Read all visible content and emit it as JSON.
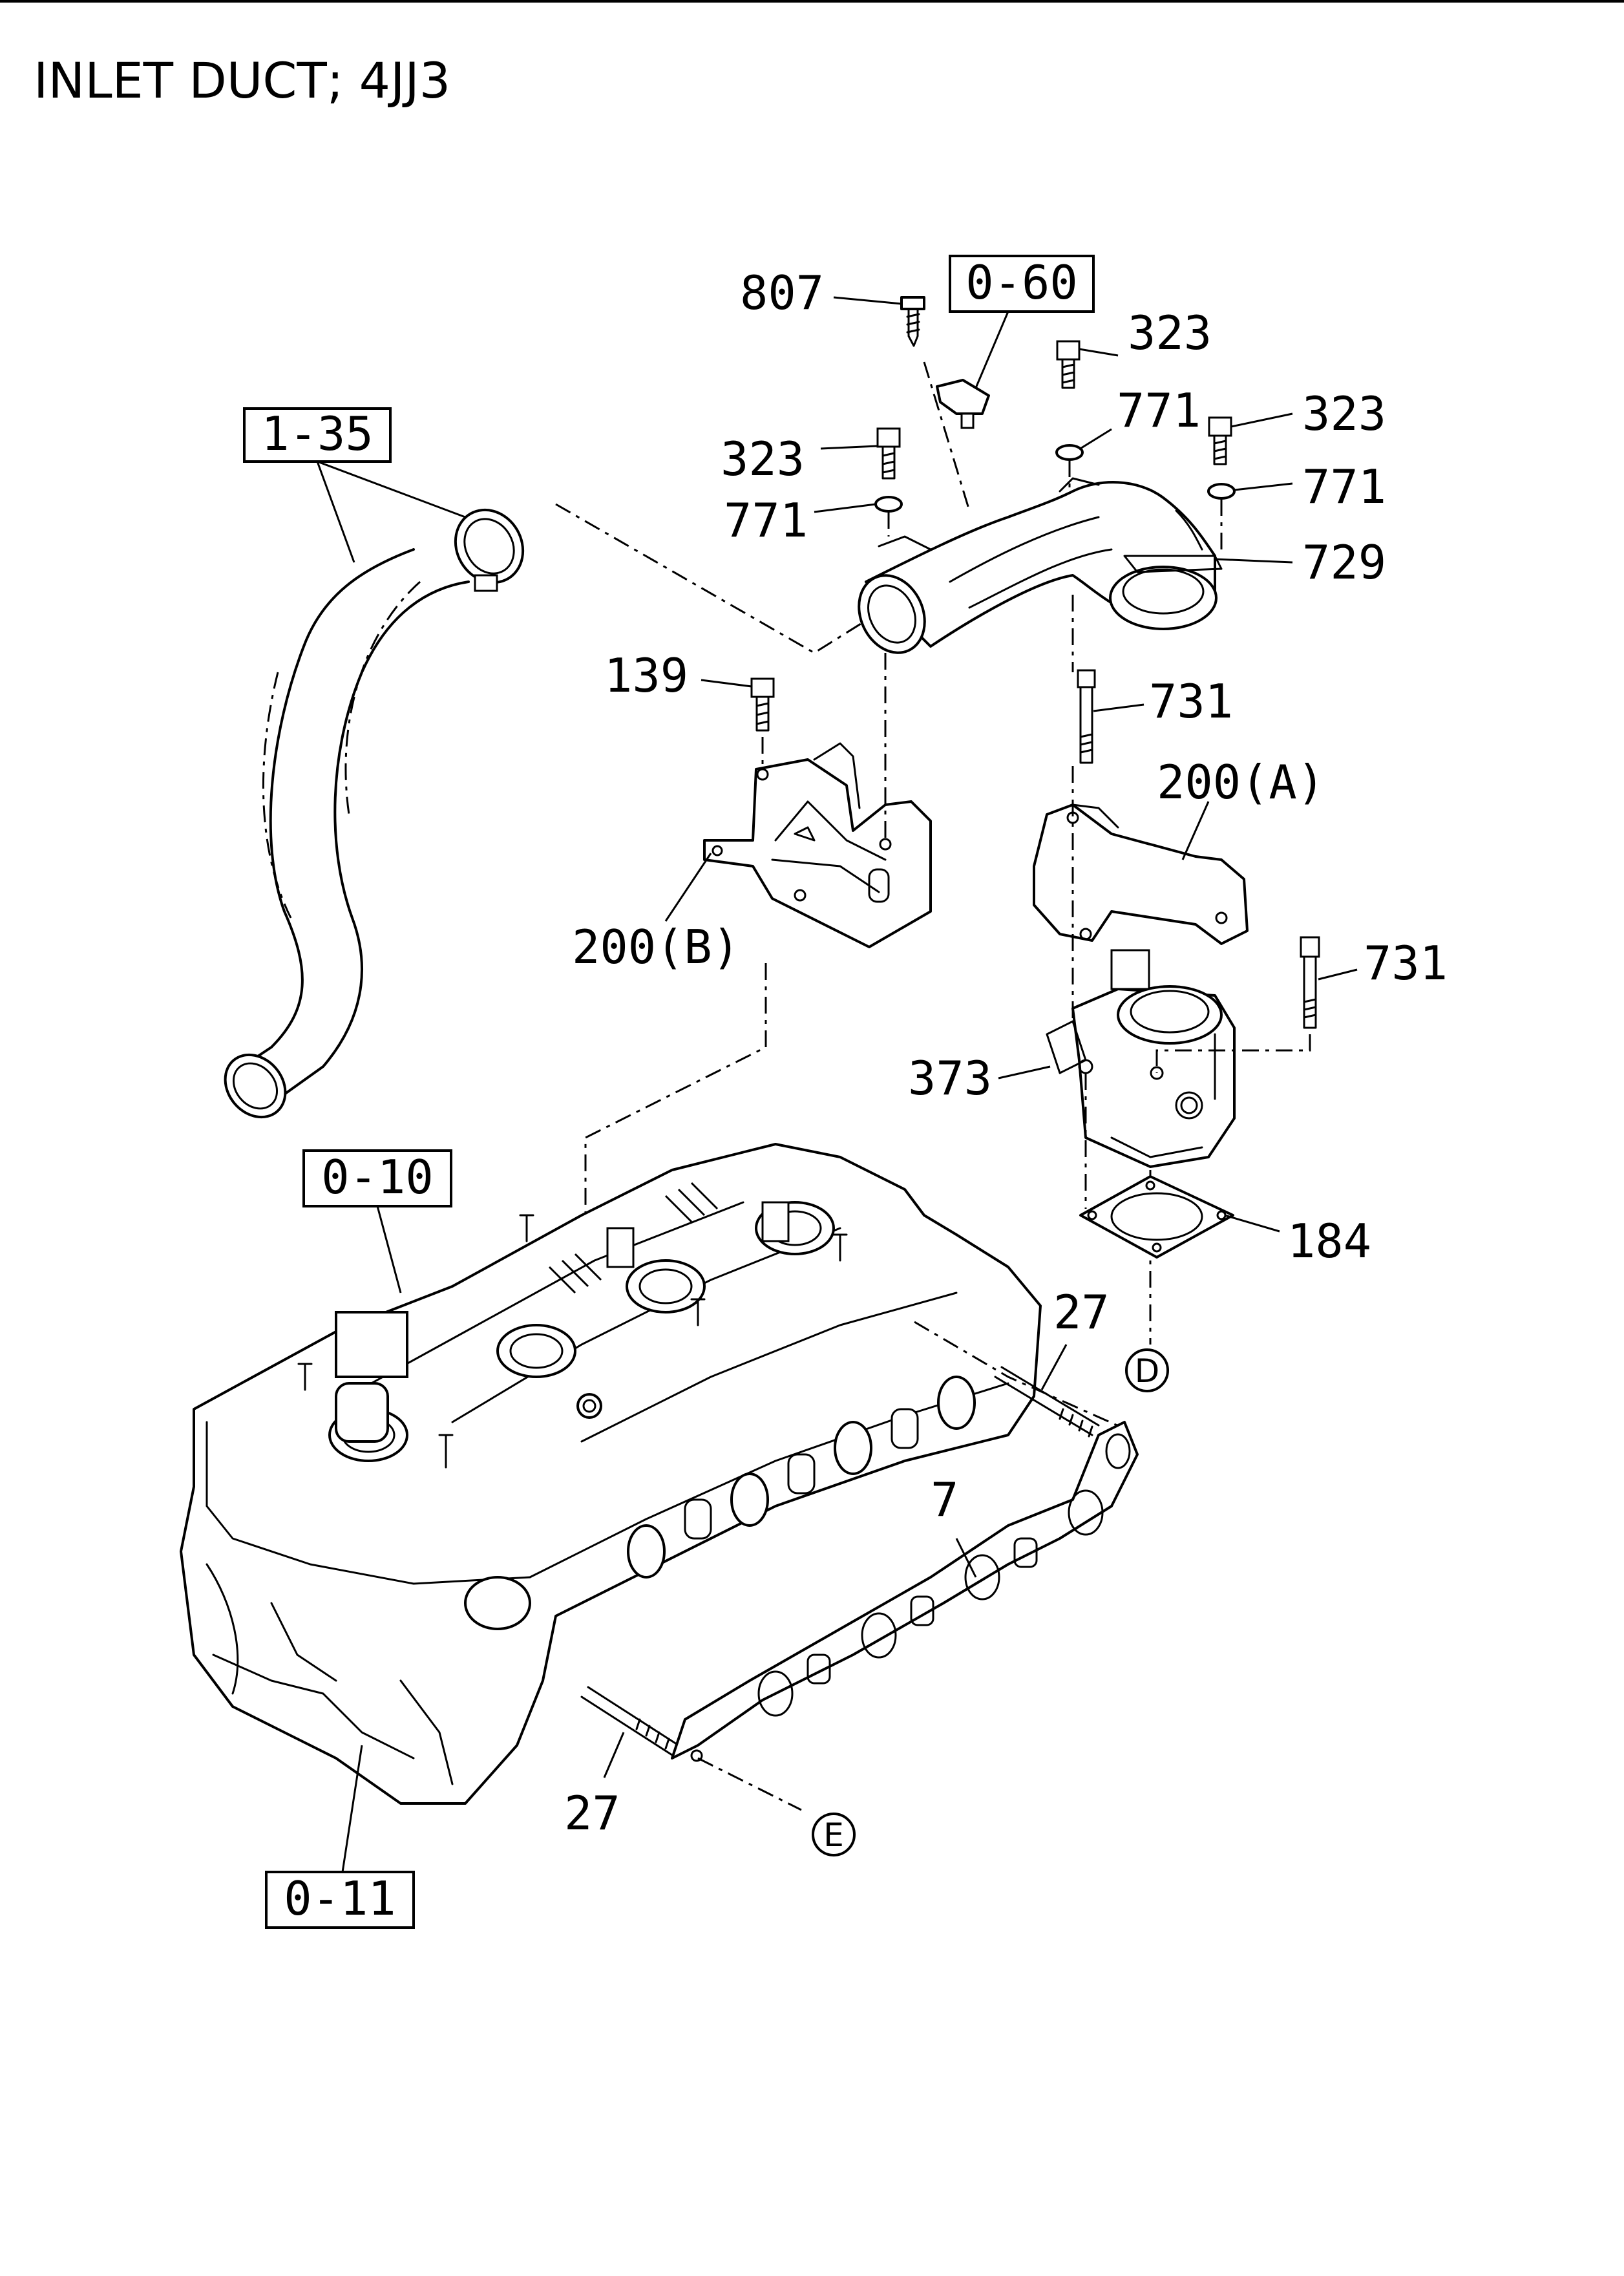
{
  "title": "INLET DUCT; 4JJ3",
  "reference_boxes": [
    "0-60",
    "1-35",
    "0-10",
    "0-11"
  ],
  "part_labels": {
    "p807": "807",
    "p323a": "323",
    "p323b": "323",
    "p323c": "323",
    "p771a": "771",
    "p771b": "771",
    "p771c": "771",
    "p729": "729",
    "p139": "139",
    "p731a": "731",
    "p731b": "731",
    "p200a": "200(A)",
    "p200b": "200(B)",
    "p373": "373",
    "p184": "184",
    "p27a": "27",
    "p27b": "27",
    "p7": "7"
  },
  "connectors": [
    "D",
    "E"
  ]
}
